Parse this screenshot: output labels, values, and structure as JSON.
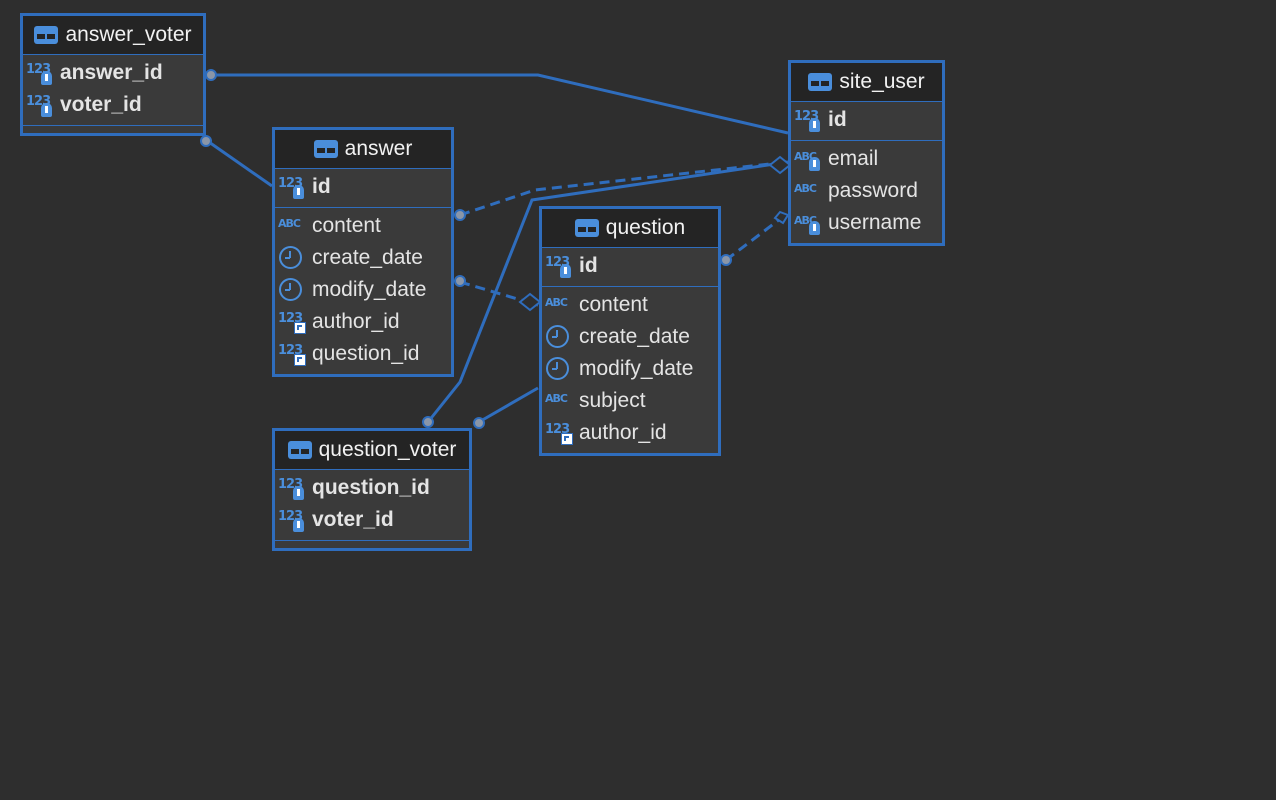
{
  "diagram": {
    "line_color": "#2f6dbd",
    "icon_color": "#4a8edb",
    "entities": {
      "answer_voter": {
        "name": "answer_voter",
        "pk": [
          {
            "name": "answer_id",
            "type": "123",
            "badge": "key-icon"
          },
          {
            "name": "voter_id",
            "type": "123",
            "badge": "key-icon"
          }
        ],
        "attrs": []
      },
      "site_user": {
        "name": "site_user",
        "pk": [
          {
            "name": "id",
            "type": "123",
            "badge": "key-icon"
          }
        ],
        "attrs": [
          {
            "name": "email",
            "type": "ABC",
            "badge": "key-icon"
          },
          {
            "name": "password",
            "type": "ABC",
            "badge": ""
          },
          {
            "name": "username",
            "type": "ABC",
            "badge": "key-icon"
          }
        ]
      },
      "answer": {
        "name": "answer",
        "pk": [
          {
            "name": "id",
            "type": "123",
            "badge": "key-icon"
          }
        ],
        "attrs": [
          {
            "name": "content",
            "type": "ABC",
            "badge": ""
          },
          {
            "name": "create_date",
            "type": "clock",
            "badge": ""
          },
          {
            "name": "modify_date",
            "type": "clock",
            "badge": ""
          },
          {
            "name": "author_id",
            "type": "123",
            "badge": "foreign-key-icon"
          },
          {
            "name": "question_id",
            "type": "123",
            "badge": "foreign-key-icon"
          }
        ]
      },
      "question": {
        "name": "question",
        "pk": [
          {
            "name": "id",
            "type": "123",
            "badge": "key-icon"
          }
        ],
        "attrs": [
          {
            "name": "content",
            "type": "ABC",
            "badge": ""
          },
          {
            "name": "create_date",
            "type": "clock",
            "badge": ""
          },
          {
            "name": "modify_date",
            "type": "clock",
            "badge": ""
          },
          {
            "name": "subject",
            "type": "ABC",
            "badge": ""
          },
          {
            "name": "author_id",
            "type": "123",
            "badge": "foreign-key-icon"
          }
        ]
      },
      "question_voter": {
        "name": "question_voter",
        "pk": [
          {
            "name": "question_id",
            "type": "123",
            "badge": "key-icon"
          },
          {
            "name": "voter_id",
            "type": "123",
            "badge": "key-icon"
          }
        ],
        "attrs": []
      }
    }
  }
}
